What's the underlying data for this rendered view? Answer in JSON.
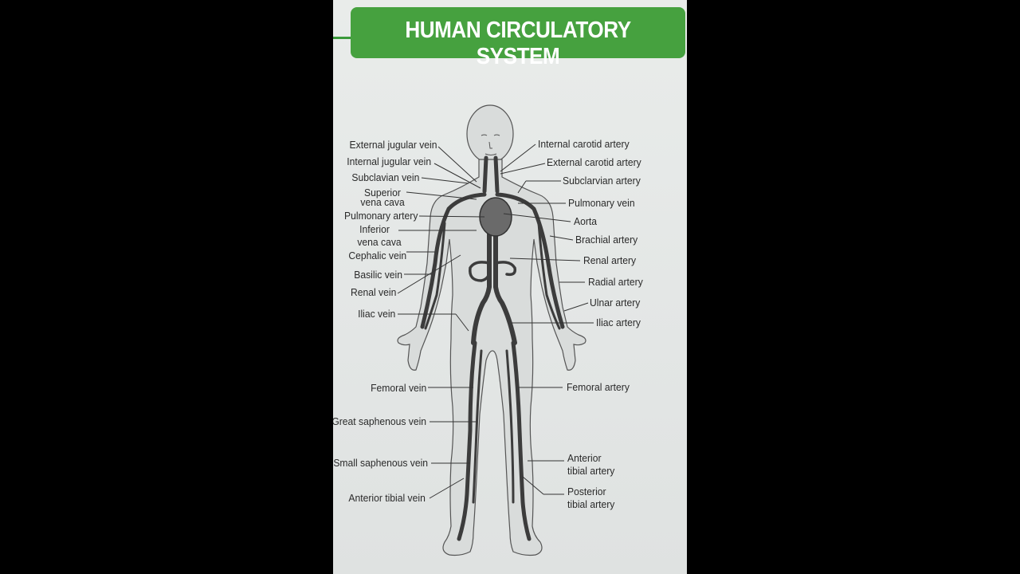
{
  "title": "HUMAN CIRCULATORY SYSTEM",
  "labels": {
    "external_jugular_vein": "External jugular vein",
    "internal_jugular_vein": "Internal jugular vein",
    "subclavian_vein": "Subclavian vein",
    "superior_vena_cava_1": "Superior",
    "superior_vena_cava_2": "vena cava",
    "pulmonary_artery": "Pulmonary artery",
    "inferior_vena_cava_1": "Inferior",
    "inferior_vena_cava_2": "vena cava",
    "cephalic_vein": "Cephalic vein",
    "basilic_vein": "Basilic vein",
    "renal_vein": "Renal vein",
    "iliac_vein": "Iliac vein",
    "femoral_vein": "Femoral vein",
    "great_saphenous_vein": "Great saphenous vein",
    "small_saphenous_vein": "Small saphenous vein",
    "anterior_tibial_vein": "Anterior tibial vein",
    "internal_carotid_artery": "Internal carotid artery",
    "external_carotid_artery": "External carotid artery",
    "subclarvian_artery": "Subclarvian artery",
    "pulmonary_vein": "Pulmonary vein",
    "aorta": "Aorta",
    "brachial_artery": "Brachial artery",
    "renal_artery": "Renal artery",
    "radial_artery": "Radial artery",
    "ulnar_artery": "Ulnar artery",
    "iliac_artery": "Iliac artery",
    "femoral_artery": "Femoral artery",
    "anterior_tibial_artery_1": "Anterior",
    "anterior_tibial_artery_2": "tibial artery",
    "posterior_tibial_artery_1": "Posterior",
    "posterior_tibial_artery_2": "tibial artery"
  },
  "colors": {
    "banner": "#46a13f",
    "page": "#e6e9e8",
    "vessel": "#3c3c3c",
    "body_outline": "#555555"
  }
}
